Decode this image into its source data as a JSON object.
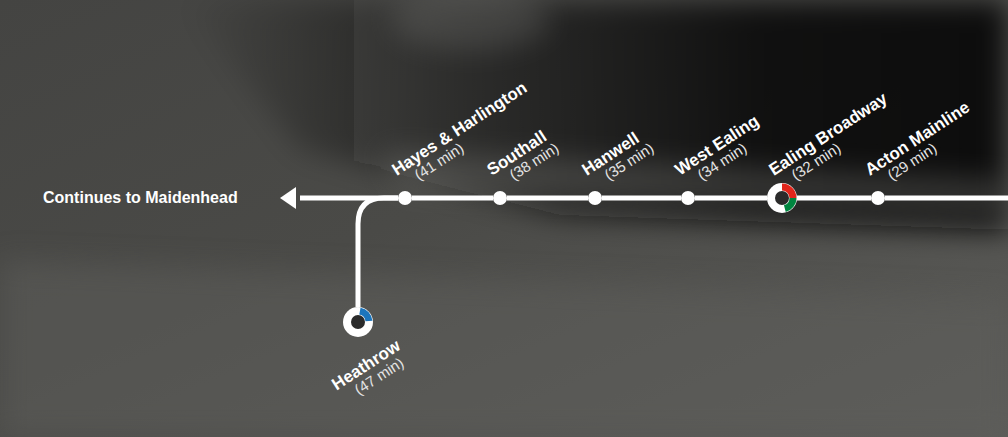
{
  "diagram": {
    "nodes": [
      {
        "text": [
          "Hayes & Harlington",
          "(41 min)"
        ]
      },
      {
        "text": [
          "Southall",
          "(38 min)"
        ]
      },
      {
        "text": [
          "Hanwell",
          "(35 min)"
        ]
      },
      {
        "text": [
          "West Ealing",
          "(34 min)"
        ]
      },
      {
        "text": [
          "Ealing Broadway",
          "(32 min)"
        ]
      },
      {
        "text": [
          "Acton Mainline",
          "(29 min)"
        ]
      },
      {
        "text": [
          "Heathrow",
          "(47 min)"
        ]
      }
    ],
    "edges": [
      {
        "from": 0,
        "to": 1,
        "arrow": "none"
      },
      {
        "from": 1,
        "to": 2,
        "arrow": "none"
      },
      {
        "from": 2,
        "to": 3,
        "arrow": "none"
      },
      {
        "from": 3,
        "to": 4,
        "arrow": "none"
      },
      {
        "from": 4,
        "to": 5,
        "arrow": "none"
      },
      {
        "from": 0,
        "to": 6,
        "arrow": "none"
      }
    ],
    "labels": [
      "Continues to Maidenhead"
    ]
  }
}
